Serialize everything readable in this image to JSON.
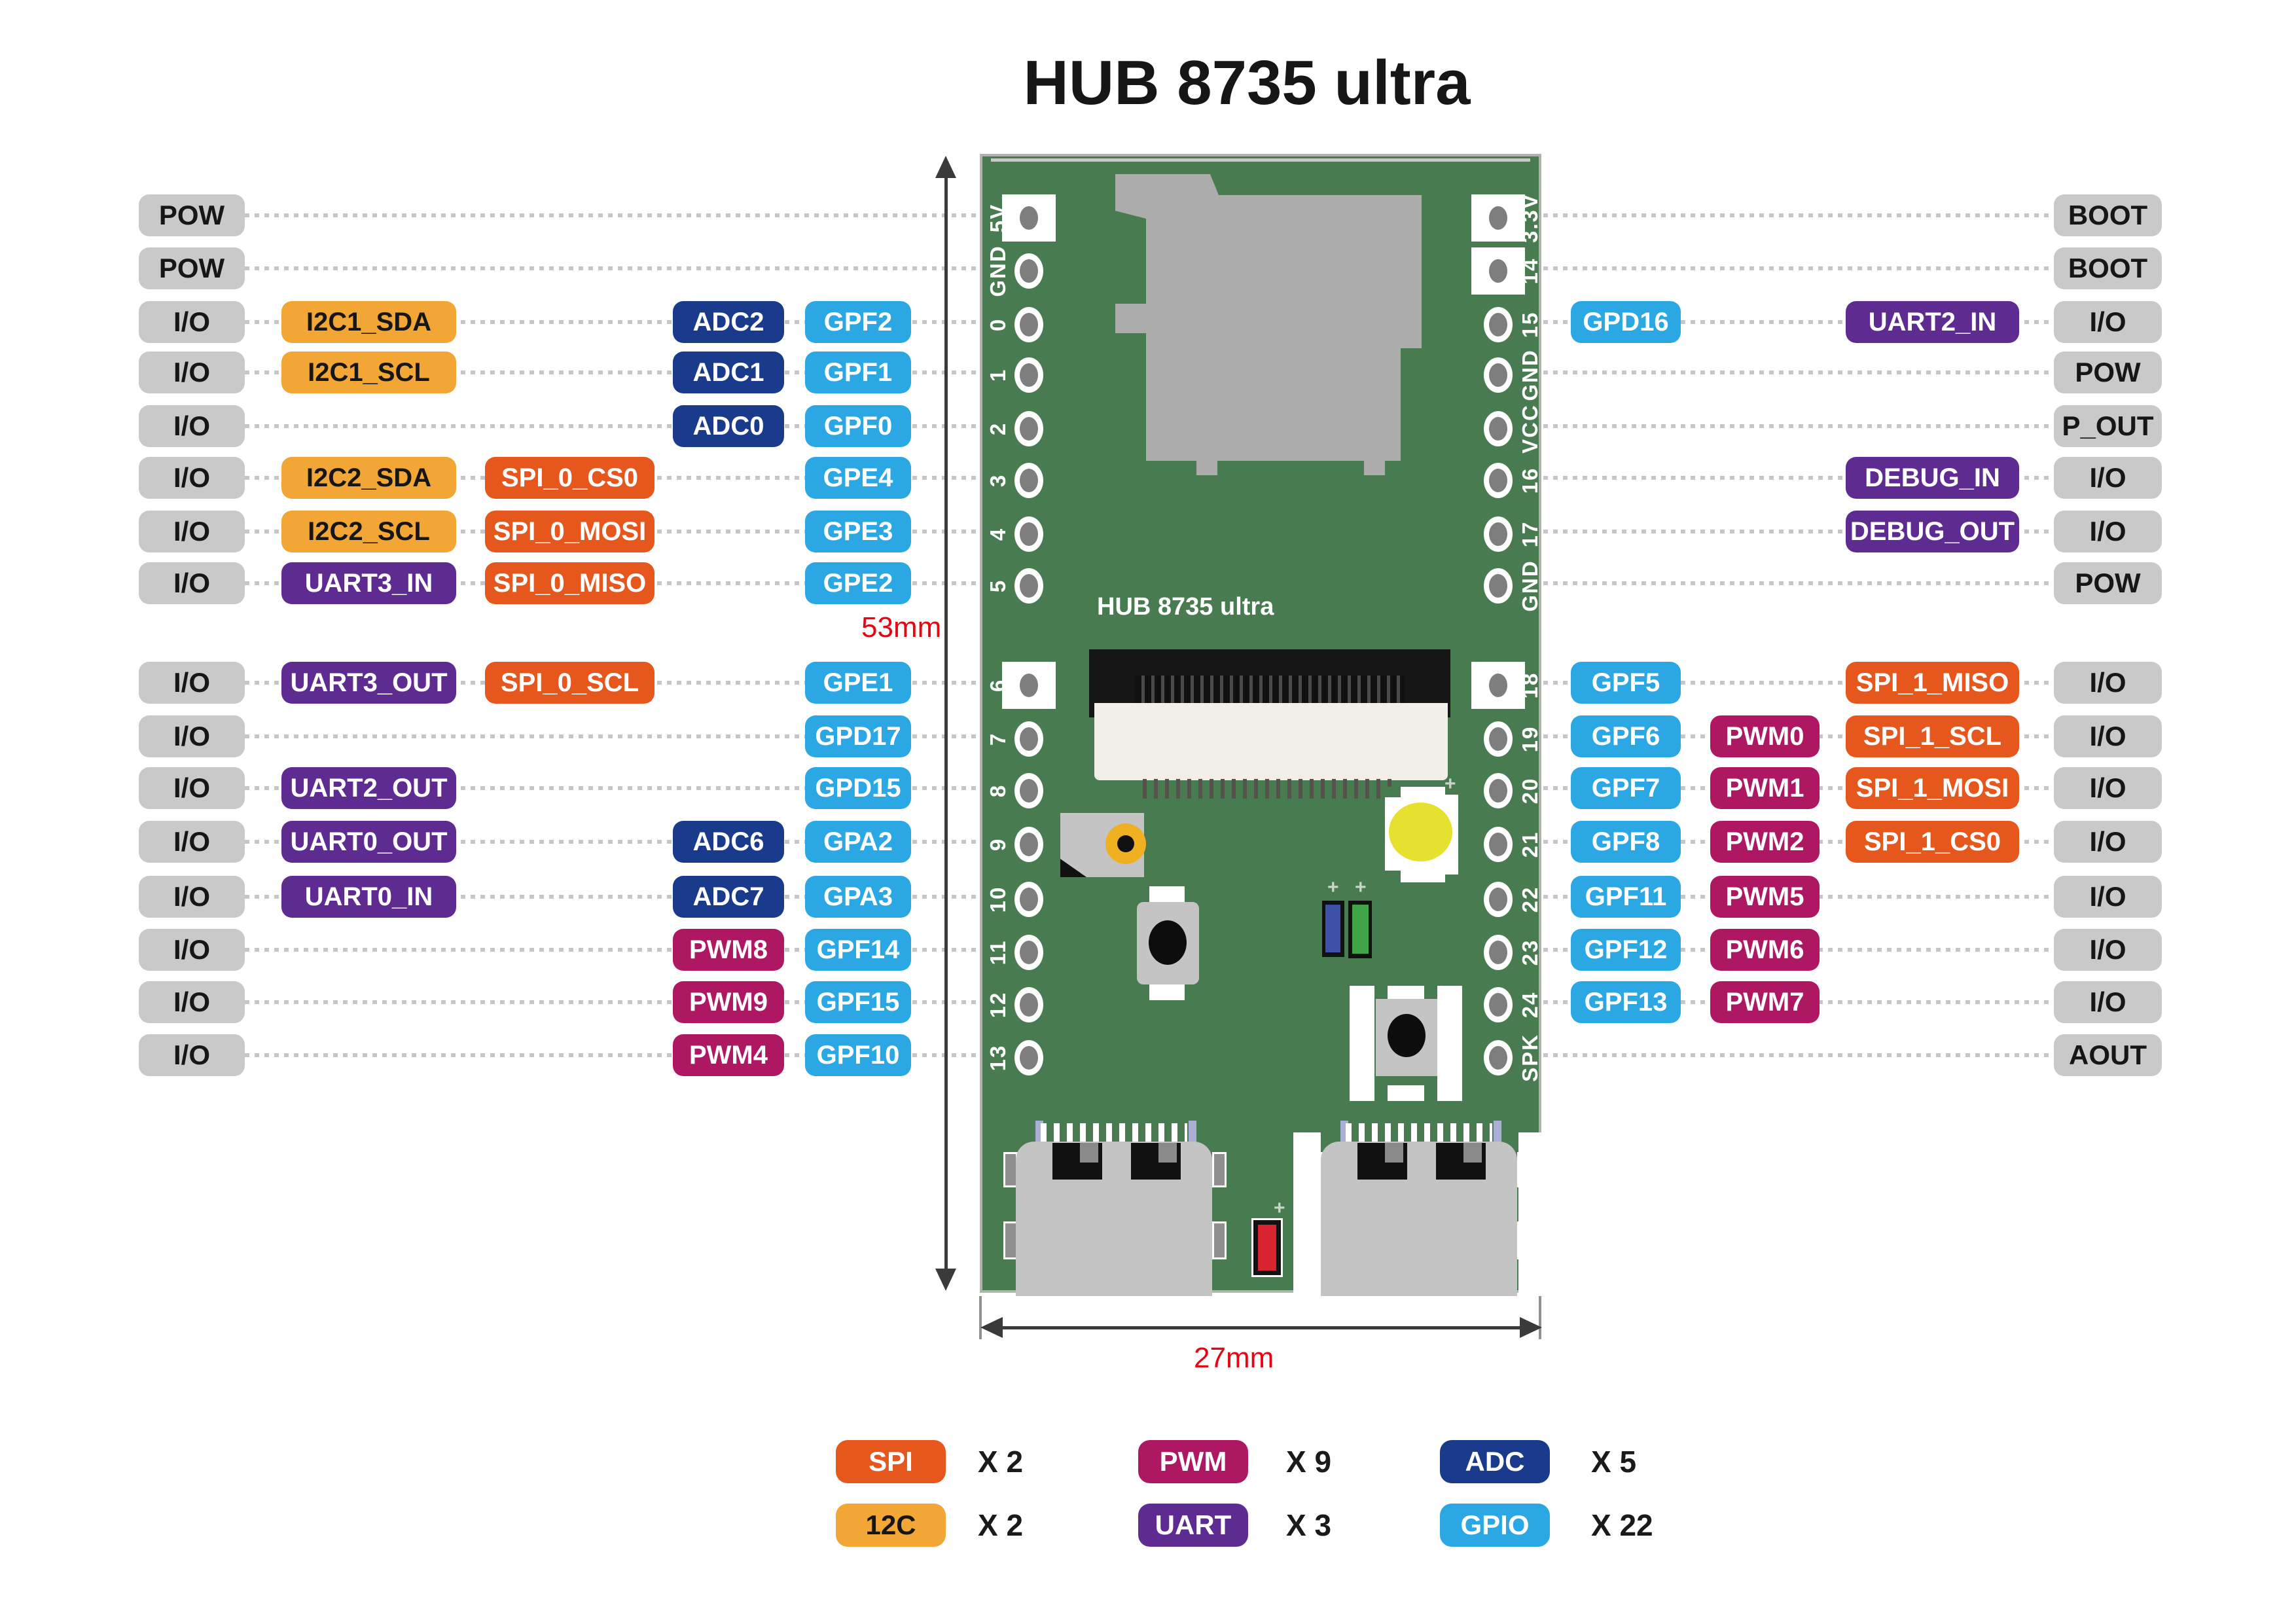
{
  "title": "HUB 8735 ultra",
  "colors": {
    "io": "#C9C9C9",
    "i2c": "#F2A636",
    "spi": "#E6571E",
    "adc": "#1A3A8C",
    "gpio": "#2BA7E3",
    "uart": "#5E2C91",
    "pwm": "#AE1863",
    "pcb": "#497B51",
    "dim_red": "#E30613"
  },
  "board": {
    "label": "HUB 8735 ultra",
    "dim_height": "53mm",
    "dim_width": "27mm",
    "pins_left": [
      {
        "label": "5V",
        "box": true
      },
      {
        "label": "GND"
      },
      {
        "label": "0"
      },
      {
        "label": "1"
      },
      {
        "label": "2"
      },
      {
        "label": "3"
      },
      {
        "label": "4"
      },
      {
        "label": "5"
      },
      {
        "label": "6",
        "box": true
      },
      {
        "label": "7"
      },
      {
        "label": "8"
      },
      {
        "label": "9"
      },
      {
        "label": "10"
      },
      {
        "label": "11"
      },
      {
        "label": "12"
      },
      {
        "label": "13"
      }
    ],
    "pins_right": [
      {
        "label": "3.3V",
        "box": true
      },
      {
        "label": "14",
        "box": true
      },
      {
        "label": "15"
      },
      {
        "label": "GND"
      },
      {
        "label": "VCC"
      },
      {
        "label": "16"
      },
      {
        "label": "17"
      },
      {
        "label": "GND"
      },
      {
        "label": "18",
        "box": true
      },
      {
        "label": "19"
      },
      {
        "label": "20"
      },
      {
        "label": "21"
      },
      {
        "label": "22"
      },
      {
        "label": "23"
      },
      {
        "label": "24"
      },
      {
        "label": "SPK"
      }
    ]
  },
  "rows_left": [
    {
      "io": "POW",
      "badges": []
    },
    {
      "io": "POW",
      "badges": []
    },
    {
      "io": "I/O",
      "badges": [
        {
          "col": "a",
          "type": "i2c",
          "text": "I2C1_SDA"
        },
        {
          "col": "c",
          "type": "adc",
          "text": "ADC2"
        },
        {
          "col": "d",
          "type": "gpio",
          "text": "GPF2"
        }
      ]
    },
    {
      "io": "I/O",
      "badges": [
        {
          "col": "a",
          "type": "i2c",
          "text": "I2C1_SCL"
        },
        {
          "col": "c",
          "type": "adc",
          "text": "ADC1"
        },
        {
          "col": "d",
          "type": "gpio",
          "text": "GPF1"
        }
      ]
    },
    {
      "io": "I/O",
      "badges": [
        {
          "col": "c",
          "type": "adc",
          "text": "ADC0"
        },
        {
          "col": "d",
          "type": "gpio",
          "text": "GPF0"
        }
      ]
    },
    {
      "io": "I/O",
      "badges": [
        {
          "col": "a",
          "type": "i2c",
          "text": "I2C2_SDA"
        },
        {
          "col": "b",
          "type": "spi",
          "text": "SPI_0_CS0"
        },
        {
          "col": "d",
          "type": "gpio",
          "text": "GPE4"
        }
      ]
    },
    {
      "io": "I/O",
      "badges": [
        {
          "col": "a",
          "type": "i2c",
          "text": "I2C2_SCL"
        },
        {
          "col": "b",
          "type": "spi",
          "text": "SPI_0_MOSI"
        },
        {
          "col": "d",
          "type": "gpio",
          "text": "GPE3"
        }
      ]
    },
    {
      "io": "I/O",
      "badges": [
        {
          "col": "a",
          "type": "uart",
          "text": "UART3_IN"
        },
        {
          "col": "b",
          "type": "spi",
          "text": "SPI_0_MISO"
        },
        {
          "col": "d",
          "type": "gpio",
          "text": "GPE2"
        }
      ]
    },
    {
      "io": "I/O",
      "badges": [
        {
          "col": "a",
          "type": "uart",
          "text": "UART3_OUT"
        },
        {
          "col": "b",
          "type": "spi",
          "text": "SPI_0_SCL"
        },
        {
          "col": "d",
          "type": "gpio",
          "text": "GPE1"
        }
      ]
    },
    {
      "io": "I/O",
      "badges": [
        {
          "col": "d",
          "type": "gpio",
          "text": "GPD17"
        }
      ]
    },
    {
      "io": "I/O",
      "badges": [
        {
          "col": "a",
          "type": "uart",
          "text": "UART2_OUT"
        },
        {
          "col": "d",
          "type": "gpio",
          "text": "GPD15"
        }
      ]
    },
    {
      "io": "I/O",
      "badges": [
        {
          "col": "a",
          "type": "uart",
          "text": "UART0_OUT"
        },
        {
          "col": "c",
          "type": "adc",
          "text": "ADC6"
        },
        {
          "col": "d",
          "type": "gpio",
          "text": "GPA2"
        }
      ]
    },
    {
      "io": "I/O",
      "badges": [
        {
          "col": "a",
          "type": "uart",
          "text": "UART0_IN"
        },
        {
          "col": "c",
          "type": "adc",
          "text": "ADC7"
        },
        {
          "col": "d",
          "type": "gpio",
          "text": "GPA3"
        }
      ]
    },
    {
      "io": "I/O",
      "badges": [
        {
          "col": "c",
          "type": "pwm",
          "text": "PWM8"
        },
        {
          "col": "d",
          "type": "gpio",
          "text": "GPF14"
        }
      ]
    },
    {
      "io": "I/O",
      "badges": [
        {
          "col": "c",
          "type": "pwm",
          "text": "PWM9"
        },
        {
          "col": "d",
          "type": "gpio",
          "text": "GPF15"
        }
      ]
    },
    {
      "io": "I/O",
      "badges": [
        {
          "col": "c",
          "type": "pwm",
          "text": "PWM4"
        },
        {
          "col": "d",
          "type": "gpio",
          "text": "GPF10"
        }
      ]
    }
  ],
  "rows_right": [
    {
      "io": "BOOT",
      "badges": []
    },
    {
      "io": "BOOT",
      "badges": []
    },
    {
      "io": "I/O",
      "badges": [
        {
          "col": "a",
          "type": "gpio",
          "text": "GPD16"
        },
        {
          "col": "c",
          "type": "uart",
          "text": "UART2_IN"
        }
      ]
    },
    {
      "io": "POW",
      "badges": []
    },
    {
      "io": "P_OUT",
      "badges": []
    },
    {
      "io": "I/O",
      "badges": [
        {
          "col": "c",
          "type": "uart",
          "text": "DEBUG_IN"
        }
      ]
    },
    {
      "io": "I/O",
      "badges": [
        {
          "col": "c",
          "type": "uart",
          "text": "DEBUG_OUT"
        }
      ]
    },
    {
      "io": "POW",
      "badges": []
    },
    {
      "io": "I/O",
      "badges": [
        {
          "col": "a",
          "type": "gpio",
          "text": "GPF5"
        },
        {
          "col": "c",
          "type": "spi",
          "text": "SPI_1_MISO"
        }
      ]
    },
    {
      "io": "I/O",
      "badges": [
        {
          "col": "a",
          "type": "gpio",
          "text": "GPF6"
        },
        {
          "col": "b",
          "type": "pwm",
          "text": "PWM0"
        },
        {
          "col": "c",
          "type": "spi",
          "text": "SPI_1_SCL"
        }
      ]
    },
    {
      "io": "I/O",
      "badges": [
        {
          "col": "a",
          "type": "gpio",
          "text": "GPF7"
        },
        {
          "col": "b",
          "type": "pwm",
          "text": "PWM1"
        },
        {
          "col": "c",
          "type": "spi",
          "text": "SPI_1_MOSI"
        }
      ]
    },
    {
      "io": "I/O",
      "badges": [
        {
          "col": "a",
          "type": "gpio",
          "text": "GPF8"
        },
        {
          "col": "b",
          "type": "pwm",
          "text": "PWM2"
        },
        {
          "col": "c",
          "type": "spi",
          "text": "SPI_1_CS0"
        }
      ]
    },
    {
      "io": "I/O",
      "badges": [
        {
          "col": "a",
          "type": "gpio",
          "text": "GPF11"
        },
        {
          "col": "b",
          "type": "pwm",
          "text": "PWM5"
        }
      ]
    },
    {
      "io": "I/O",
      "badges": [
        {
          "col": "a",
          "type": "gpio",
          "text": "GPF12"
        },
        {
          "col": "b",
          "type": "pwm",
          "text": "PWM6"
        }
      ]
    },
    {
      "io": "I/O",
      "badges": [
        {
          "col": "a",
          "type": "gpio",
          "text": "GPF13"
        },
        {
          "col": "b",
          "type": "pwm",
          "text": "PWM7"
        }
      ]
    },
    {
      "io": "AOUT",
      "badges": []
    }
  ],
  "legend": [
    {
      "label": "SPI",
      "type": "spi",
      "count": "X 2"
    },
    {
      "label": "PWM",
      "type": "pwm",
      "count": "X 9"
    },
    {
      "label": "ADC",
      "type": "adc",
      "count": "X 5"
    },
    {
      "label": "12C",
      "type": "i2c",
      "count": "X 2"
    },
    {
      "label": "UART",
      "type": "uart",
      "count": "X 3"
    },
    {
      "label": "GPIO",
      "type": "gpio",
      "count": "X 22"
    }
  ]
}
